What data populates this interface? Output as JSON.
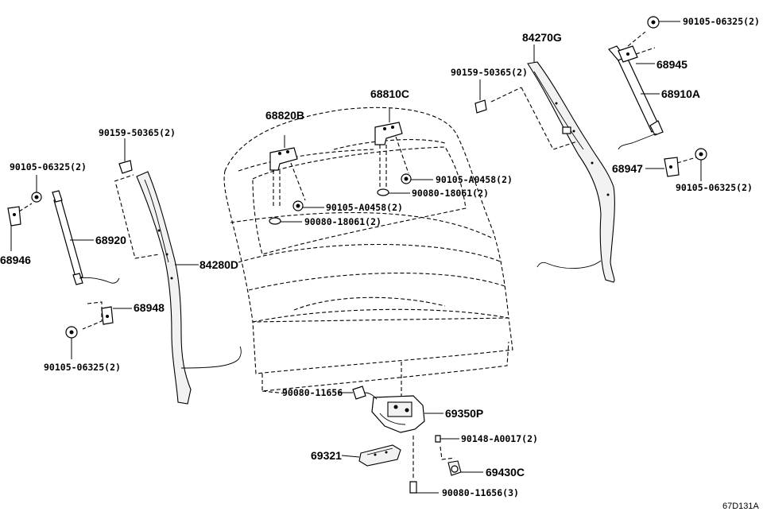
{
  "diagram": {
    "reference_code": "67D131A",
    "parts": {
      "hinge_lh": "68820B",
      "hinge_rh": "68810C",
      "weatherstrip_rh": "84270G",
      "weatherstrip_lh": "84280D",
      "damper_rh": "68910A",
      "damper_lh": "68920",
      "bracket_upper_rh": "68945",
      "bracket_lower_rh": "68947",
      "bracket_lh_upper": "68946",
      "bracket_lh_lower": "68948",
      "lock_assembly": "69350P",
      "outside_handle": "69321",
      "lock_cylinder": "69430C",
      "bolt_top_right": "90105-06325(2)",
      "bolt_right_lower": "90105-06325(2)",
      "bolt_left_upper": "90105-06325(2)",
      "bolt_left_lower": "90105-06325(2)",
      "bolt_hinge_rh": "90105-A0458(2)",
      "bolt_hinge_lh": "90105-A0458(2)",
      "nut_hinge_rh": "90080-18061(2)",
      "nut_hinge_lh": "90080-18061(2)",
      "clip_rh": "90159-50365(2)",
      "clip_lh": "90159-50365(2)",
      "bolt_lock": "90080-11656",
      "bolt_handle": "90080-11656(3)",
      "screw_cylinder": "90148-A0017(2)"
    }
  }
}
